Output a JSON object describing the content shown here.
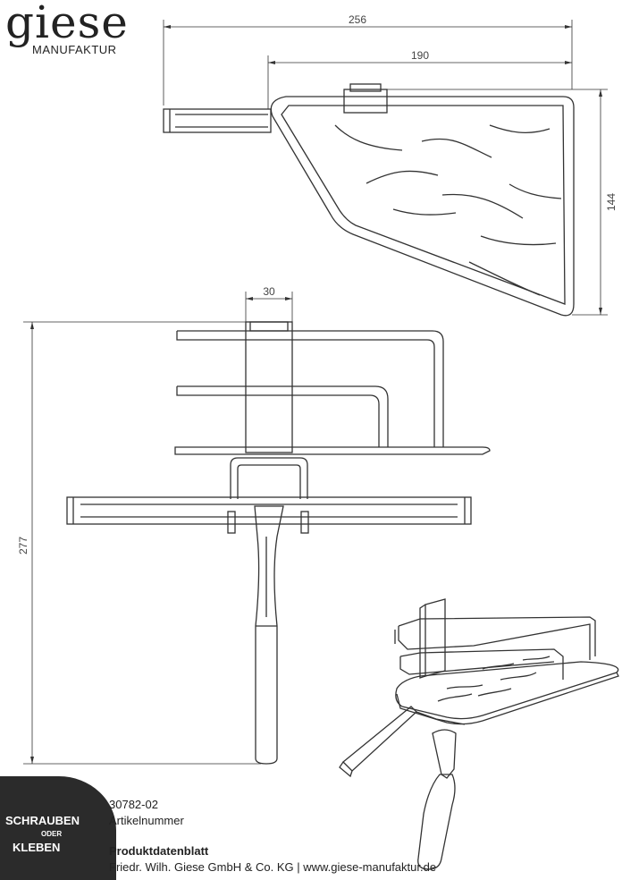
{
  "brand": {
    "name": "giese",
    "sub": "MANUFAKTUR"
  },
  "dimensions": {
    "total_width": "256",
    "basket_width": "190",
    "depth": "144",
    "mount_width": "30",
    "height": "277"
  },
  "badge": {
    "line1": "SCHRAUBEN",
    "line2": "ODER",
    "line3": "KLEBEN"
  },
  "product": {
    "number": "30782-02",
    "number_label": "Artikelnummer",
    "sheet_title": "Produktdatenblatt",
    "company_line": "Friedr. Wilh. Giese GmbH & Co. KG | www.giese-manufaktur.de"
  }
}
